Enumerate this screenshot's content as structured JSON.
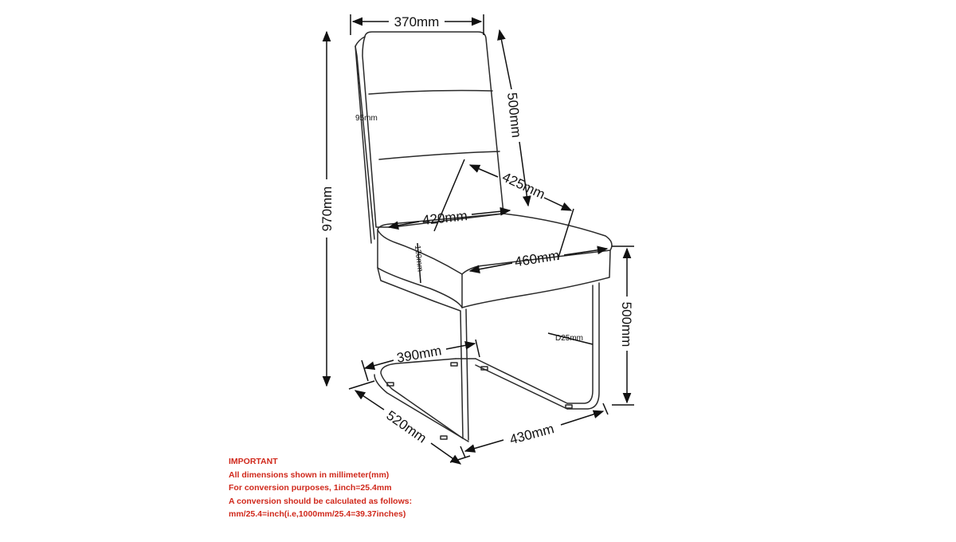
{
  "dimensions": {
    "back_width": "370mm",
    "back_height": "500mm",
    "total_height": "970mm",
    "frame_width": "95mm",
    "seat_back_width": "420mm",
    "seat_depth": "425mm",
    "seat_front_width": "460mm",
    "cushion_thickness": "120mm",
    "seat_height": "500mm",
    "tube_diameter": "D25mm",
    "base_rear_width": "390mm",
    "base_depth": "520mm",
    "base_front_width": "430mm"
  },
  "notes": {
    "heading": "IMPORTANT",
    "line1": "All dimensions shown in millimeter(mm)",
    "line2": "For conversion purposes, 1inch=25.4mm",
    "line3": "A conversion should be calculated as follows:",
    "line4": "mm/25.4=inch(i.e,1000mm/25.4=39.37inches)"
  },
  "colors": {
    "line": "#111111",
    "note": "#d0281b"
  }
}
